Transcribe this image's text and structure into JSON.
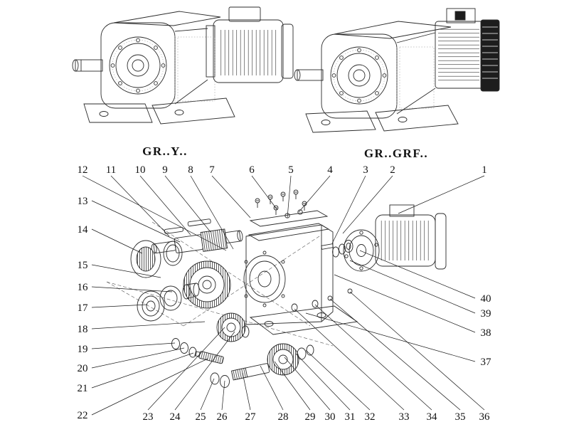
{
  "models": {
    "left_label": "GR..Y..",
    "right_label": "GR..GRF.."
  },
  "callouts": [
    "1",
    "2",
    "3",
    "4",
    "5",
    "6",
    "7",
    "8",
    "9",
    "10",
    "11",
    "12",
    "13",
    "14",
    "15",
    "16",
    "17",
    "18",
    "19",
    "20",
    "21",
    "22",
    "23",
    "24",
    "25",
    "26",
    "27",
    "28",
    "29",
    "30",
    "31",
    "32",
    "33",
    "34",
    "35",
    "36",
    "37",
    "38",
    "39",
    "40"
  ]
}
